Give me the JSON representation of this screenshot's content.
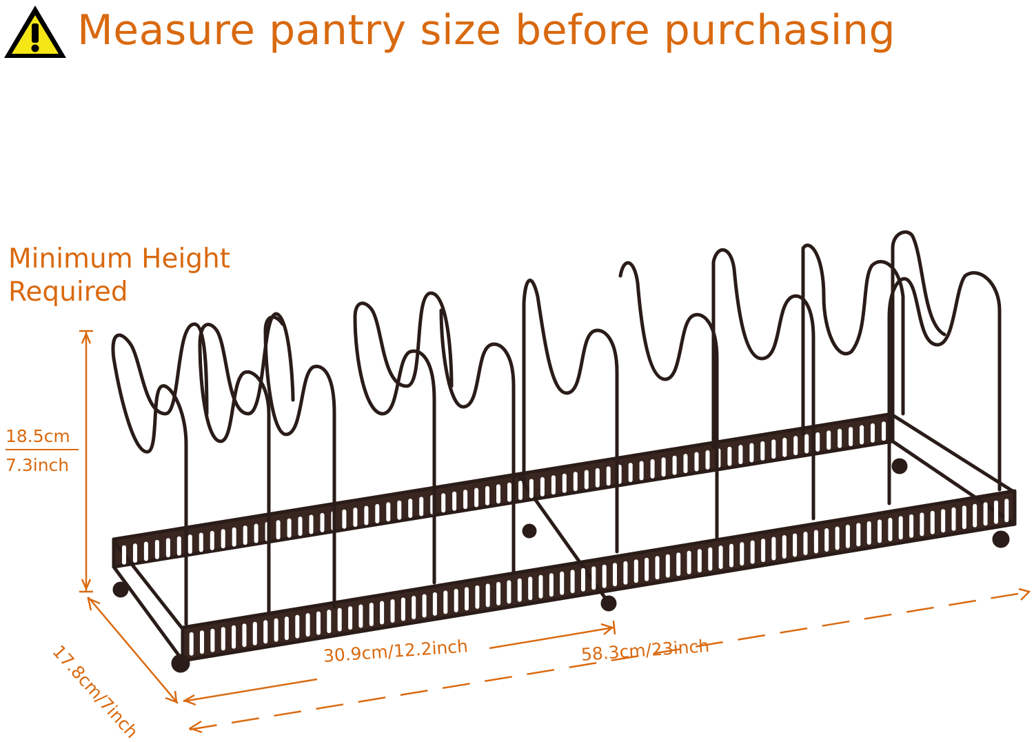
{
  "headline": {
    "text": "Measure pantry size before purchasing",
    "icon": "warning-triangle-icon",
    "color": "#d9690f"
  },
  "product": {
    "name": "expandable pot lid rack",
    "color": "#2a1c18"
  },
  "dimensions": {
    "min_height_title": [
      "Minimum Height",
      "Required"
    ],
    "height_cm": "18.5cm",
    "height_in": "7.3inch",
    "depth": "17.8cm/7inch",
    "width_collapsed": "30.9cm/12.2inch",
    "width_extended": "58.3cm/23inch"
  }
}
